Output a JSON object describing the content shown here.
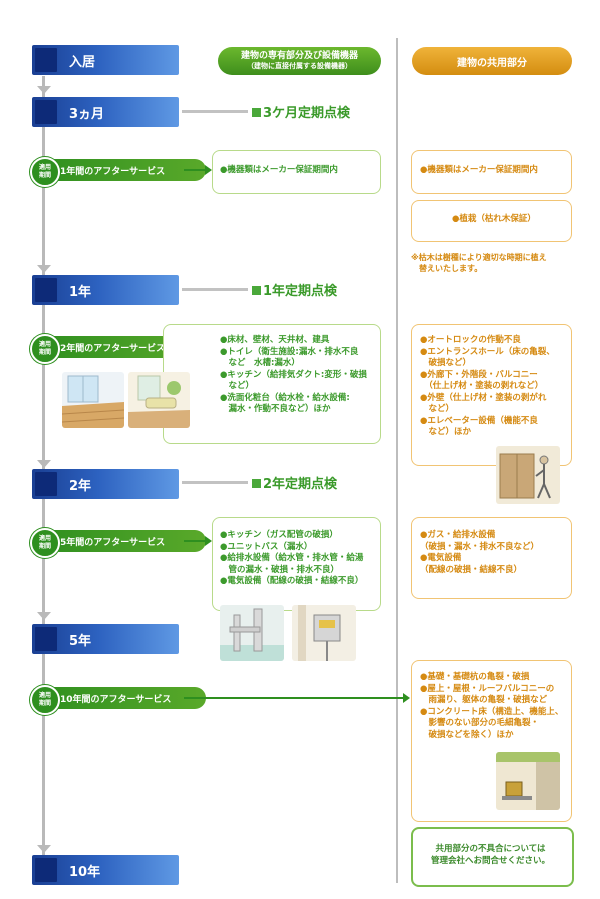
{
  "headers": {
    "private": {
      "line1": "建物の専有部分及び設備機器",
      "line2": "（建物に直接付属する設備機器）"
    },
    "common": "建物の共用部分"
  },
  "timeline": [
    {
      "key": "move_in",
      "label": "入居"
    },
    {
      "key": "m3",
      "label": "3ヵ月"
    },
    {
      "key": "y1",
      "label": "1年"
    },
    {
      "key": "y2",
      "label": "2年"
    },
    {
      "key": "y5",
      "label": "5年"
    },
    {
      "key": "y10",
      "label": "10年"
    }
  ],
  "inspections": [
    {
      "label": "3ケ月定期点検"
    },
    {
      "label": "1年定期点検"
    },
    {
      "label": "2年定期点検"
    }
  ],
  "badge": {
    "line1": "適用",
    "line2": "期間"
  },
  "services": [
    {
      "label": "1年間のアフターサービス",
      "private_items": [
        "●機器類はメーカー保証期間内"
      ],
      "common_items": [
        "●機器類はメーカー保証期間内"
      ]
    },
    {
      "label": "2年間のアフターサービス",
      "private_items": [
        "●床材、壁材、天井材、建具",
        "●トイレ（衛生施設:漏水・排水不良",
        "　など　水槽:漏水）",
        "●キッチン（給排気ダクト:変形・破損",
        "　など）",
        "●洗面化粧台（給水栓・給水設備:",
        "　漏水・作動不良など）ほか"
      ],
      "common_items": [
        "●オートロックの作動不良",
        "●エントランスホール（床の亀裂、",
        "　破損など）",
        "●外廊下・外階段・バルコニー",
        "　（仕上げ材・塗装の剥れなど）",
        "●外壁（仕上げ材・塗装の剥がれ",
        "　など）",
        "●エレベーター設備（機能不良",
        "　など）ほか"
      ]
    },
    {
      "label": "5年間のアフターサービス",
      "private_items": [
        "●キッチン（ガス配管の破損）",
        "●ユニットバス（漏水）",
        "●給排水設備（給水管・排水管・給湯",
        "　管の漏水・破損・排水不良）",
        "●電気設備（配線の破損・結線不良）"
      ],
      "common_items": [
        "●ガス・給排水設備",
        "（破損・漏水・排水不良など）",
        "●電気設備",
        "（配線の破損・結線不良）"
      ]
    },
    {
      "label": "10年間のアフターサービス",
      "common_items": [
        "●基礎・基礎杭の亀裂・破損",
        "●屋上・屋根・ルーフバルコニーの",
        "　雨漏り、躯体の亀裂・破損など",
        "●コンクリート床（構造上、機能上、",
        "　影響のない部分の毛細亀裂・",
        "　破損などを除く）ほか"
      ]
    }
  ],
  "planting": "●植栽（枯れ木保証）",
  "planting_note": [
    "※枯木は樹種により適切な時期に植え",
    "　替えいたします。"
  ],
  "contact_note": [
    "共用部分の不具合については",
    "管理会社へお問合せください。"
  ],
  "colors": {
    "timeline_blue": "#2d62c0",
    "green": "#3e8e1c",
    "orange": "#d48d10"
  }
}
